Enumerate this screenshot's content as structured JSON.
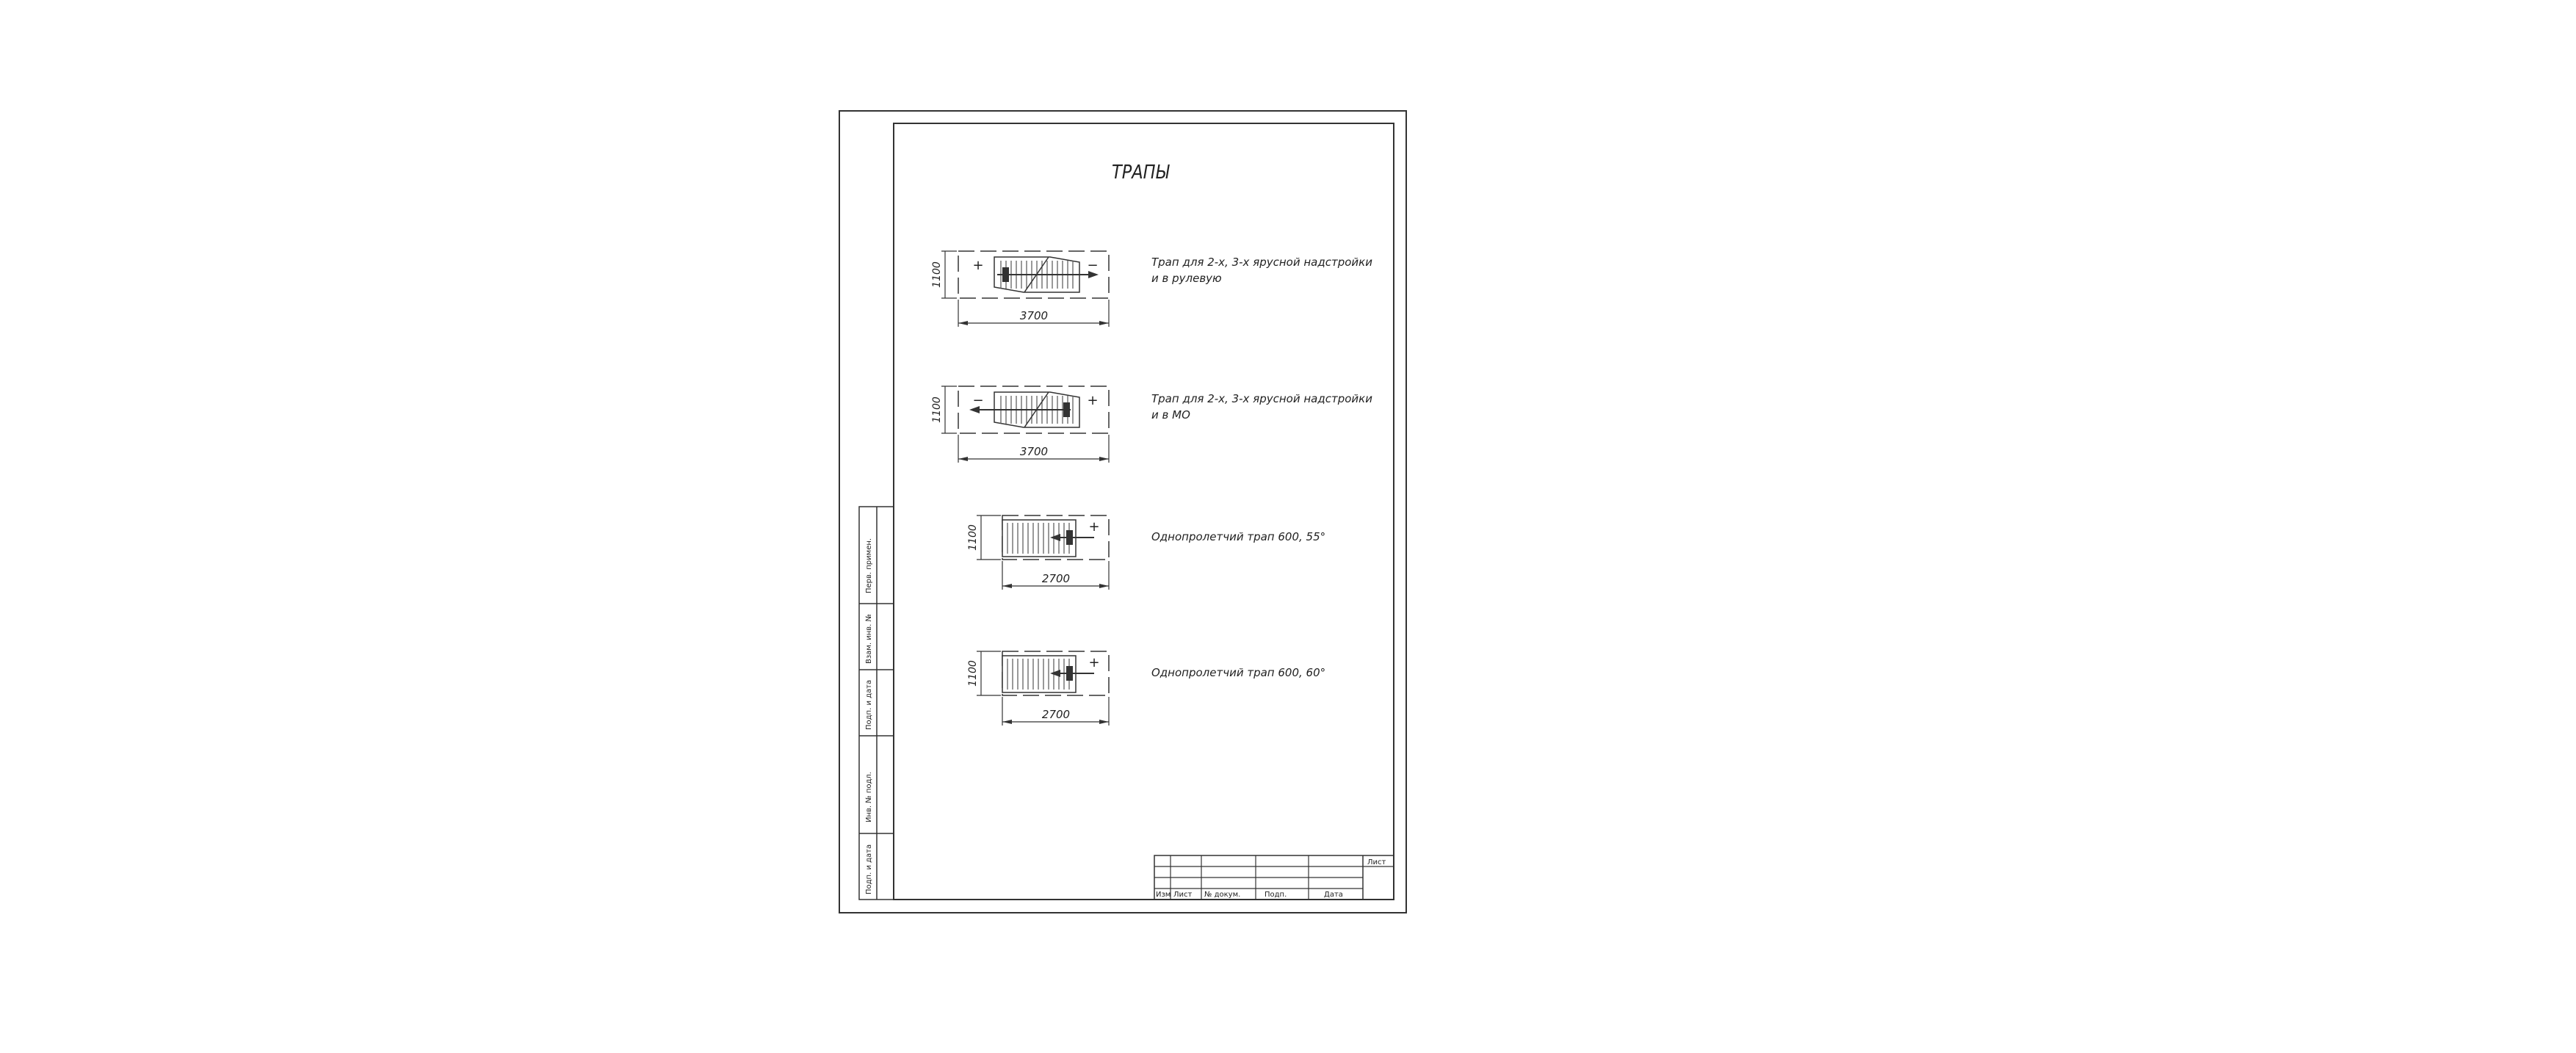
{
  "title": "ТРАПЫ",
  "items": [
    {
      "width_label": "1100",
      "length_label": "3700",
      "description_lines": [
        "Трап для 2-х, 3-х ярусной надстройки",
        "и в рулевую"
      ],
      "signs": [
        "+",
        "−"
      ]
    },
    {
      "width_label": "1100",
      "length_label": "3700",
      "description_lines": [
        "Трап для 2-х, 3-х ярусной надстройки",
        "и в МО"
      ],
      "signs": [
        "−",
        "+"
      ]
    },
    {
      "width_label": "1100",
      "length_label": "2700",
      "description_lines": [
        "Однопролетчий трап 600, 55°"
      ],
      "signs": [
        "+"
      ]
    },
    {
      "width_label": "1100",
      "length_label": "2700",
      "description_lines": [
        "Однопролетчий трап 600, 60°"
      ],
      "signs": [
        "+"
      ]
    }
  ],
  "side_stamp": [
    "Перв. примен.",
    "Взам. инв. №",
    "Подп. и дата",
    "Инв. № подл.",
    "Подп. и дата"
  ],
  "title_block": {
    "labels": [
      "Изм",
      "Лист",
      "№ докум.",
      "Подп.",
      "Дата"
    ],
    "sheet_label": "Лист"
  }
}
